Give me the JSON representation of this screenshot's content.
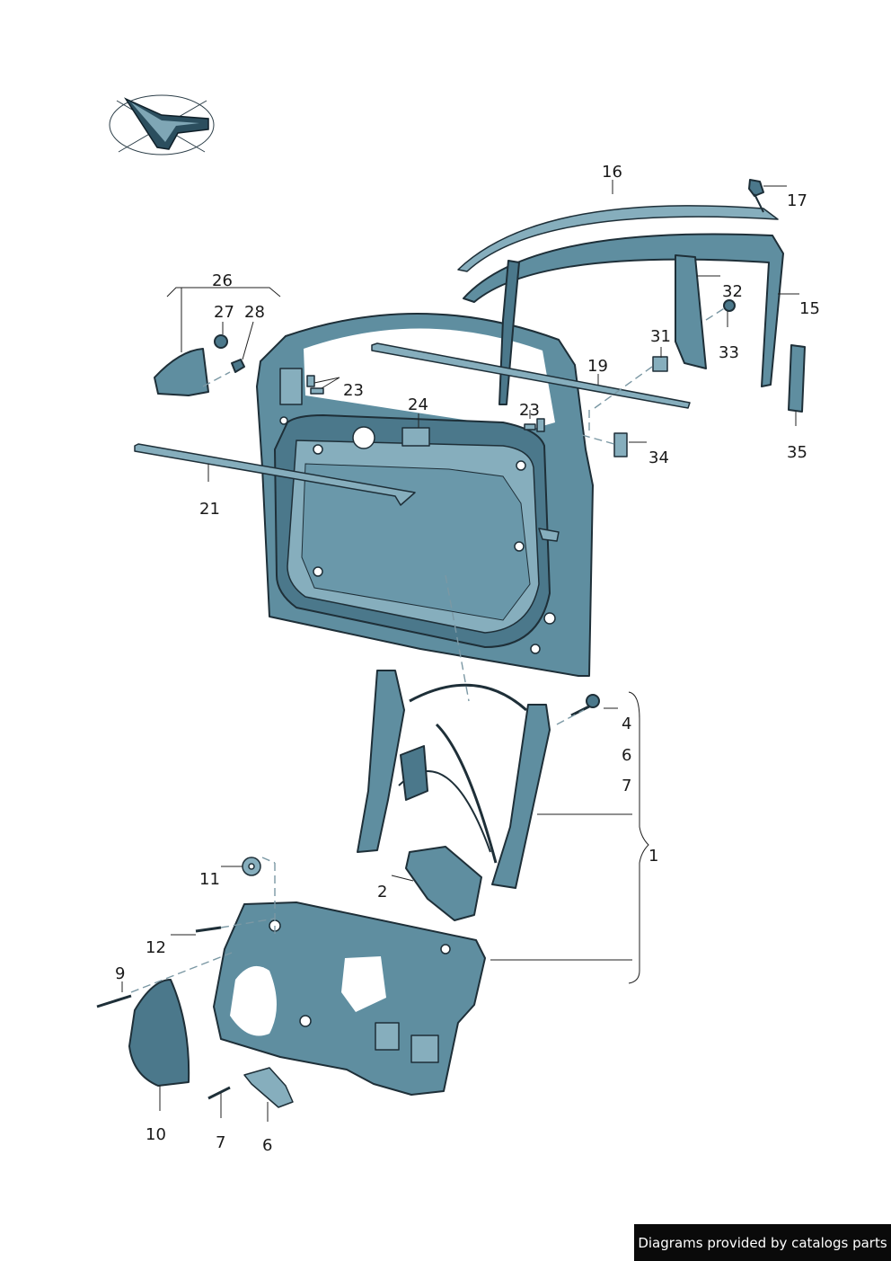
{
  "diagram": {
    "labels": {
      "p1": "1",
      "p2": "2",
      "p4": "4",
      "p6a": "6",
      "p6b": "6",
      "p7a": "7",
      "p7b": "7",
      "p9": "9",
      "p10": "10",
      "p11": "11",
      "p12": "12",
      "p15": "15",
      "p16": "16",
      "p17": "17",
      "p19": "19",
      "p21": "21",
      "p23a": "23",
      "p23b": "23",
      "p24": "24",
      "p26": "26",
      "p27": "27",
      "p28": "28",
      "p31": "31",
      "p32": "32",
      "p33": "33",
      "p34": "34",
      "p35": "35"
    }
  },
  "footer": {
    "credit": "Diagrams provided by catalogs parts"
  },
  "colors": {
    "part_fill": "#5f8ea0",
    "outline": "#1e2f38",
    "credit_bg": "#0a0a0a"
  }
}
